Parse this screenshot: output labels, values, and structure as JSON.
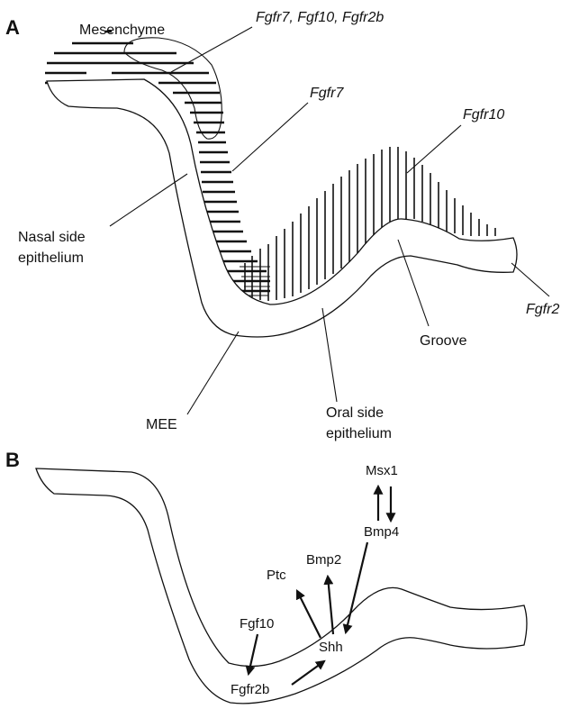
{
  "panel_a": {
    "letter": "A",
    "labels": {
      "mesenchyme": "Mesenchyme",
      "fgfr7_fgf10_fgfr2b": "Fgfr7, Fgf10, Fgfr2b",
      "fgfr7": "Fgfr7",
      "fgfr10": "Fgfr10",
      "nasal_line1": "Nasal side",
      "nasal_line2": "epithelium",
      "fgfr2": "Fgfr2",
      "groove": "Groove",
      "mee": "MEE",
      "oral_line1": "Oral side",
      "oral_line2": "epithelium"
    }
  },
  "panel_b": {
    "letter": "B",
    "genes": {
      "msx1": "Msx1",
      "bmp4": "Bmp4",
      "bmp2": "Bmp2",
      "ptc": "Ptc",
      "fgf10": "Fgf10",
      "shh": "Shh",
      "fgfr2b": "Fgfr2b"
    }
  },
  "colors": {
    "ink": "#111111",
    "background": "#ffffff"
  }
}
